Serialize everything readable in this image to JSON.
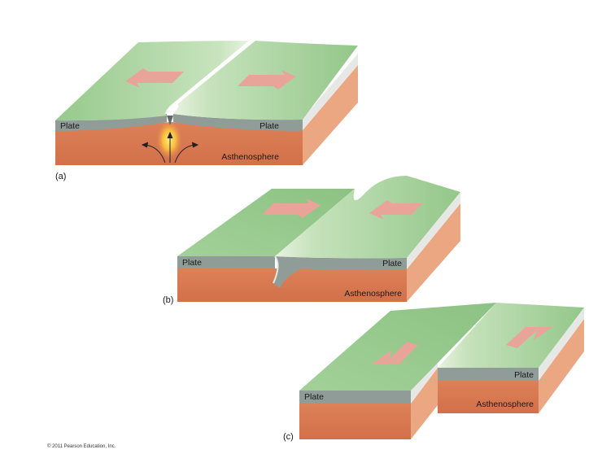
{
  "panel_a": {
    "caption": "(a)",
    "plate_left": "Plate",
    "plate_right": "Plate",
    "asthenosphere": "Asthenosphere"
  },
  "panel_b": {
    "caption": "(b)",
    "plate_left": "Plate",
    "plate_right": "Plate",
    "asthenosphere": "Asthenosphere"
  },
  "panel_c": {
    "caption": "(c)",
    "plate_left": "Plate",
    "plate_right": "Plate",
    "asthenosphere": "Asthenosphere"
  },
  "copyright": "© 2011 Pearson Education, Inc.",
  "colors": {
    "plate_top": "#a9d5a0",
    "plate_side": "#8f9c98",
    "plate_edge": "#e6e8e6",
    "mantle_front": "#d97a52",
    "mantle_side": "#eba782",
    "arrow": "#e9a49a",
    "magma": "#ffd84a"
  }
}
